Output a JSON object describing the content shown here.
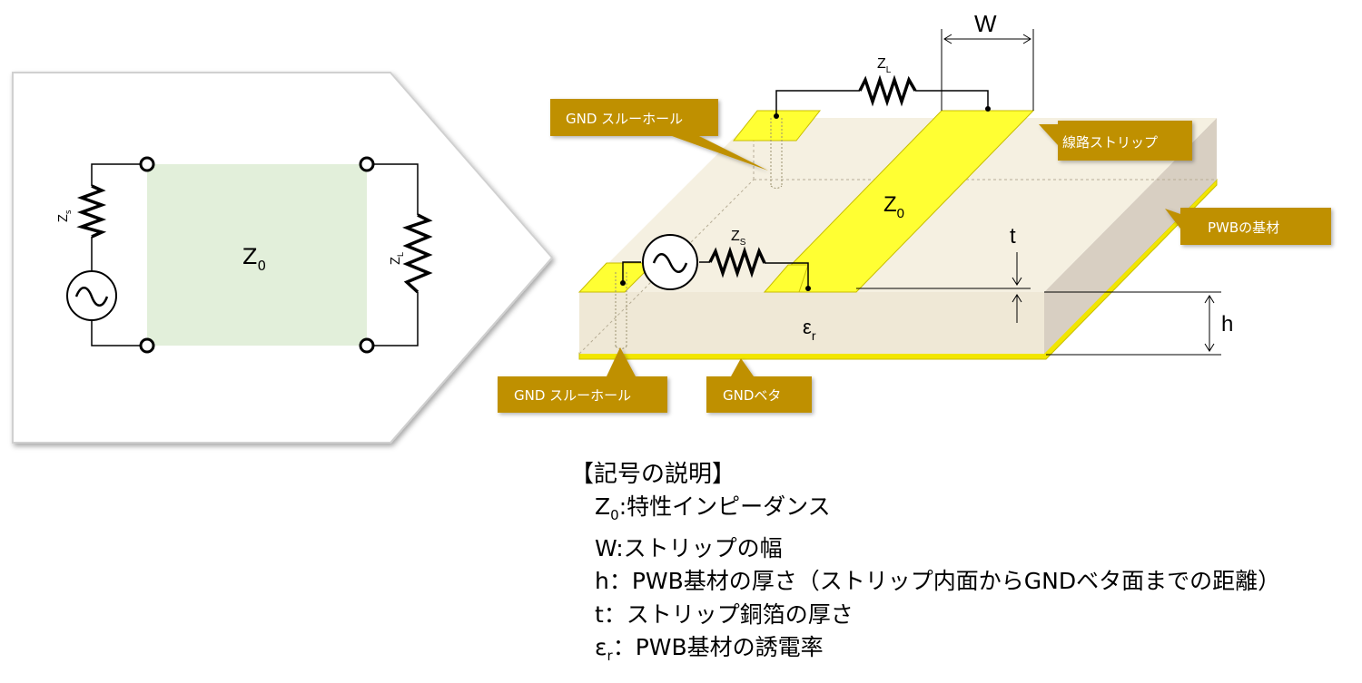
{
  "schematic": {
    "z0_main": "Z",
    "z0_sub": "0",
    "zs_main": "Z",
    "zs_sub": "s",
    "zl_main": "Z",
    "zl_sub": "L"
  },
  "board": {
    "width_label": "W",
    "zl_main": "Z",
    "zl_sub": "L",
    "zs_main": "Z",
    "zs_sub": "S",
    "z0_main": "Z",
    "z0_sub": "0",
    "t_label": "t",
    "h_label": "h",
    "er_main": "ε",
    "er_sub": "r"
  },
  "callouts": {
    "gnd_via_top": "GND スルーホール",
    "strip": "線路ストリップ",
    "pwb": "PWBの基材",
    "gnd_via_bottom": "GND スルーホール",
    "gnd_plane": "GNDベタ"
  },
  "legend": {
    "title": "【記号の説明】",
    "z0_symbol": "Z",
    "z0_sub": "0",
    "z0_text": ":特性インピーダンス",
    "w_text": "W:ストリップの幅",
    "h_text": "h：PWB基材の厚さ（ストリップ内面からGNDベタ面までの距離）",
    "t_text": "t：ストリップ銅箔の厚さ",
    "er_symbol": "ε",
    "er_sub": "r",
    "er_text": "：PWB基材の誘電率"
  },
  "colors": {
    "callout_fill": "#bf9000",
    "strip_yellow": "#ffff33",
    "substrate": "#f5f0e1",
    "line_box": "#e2efda"
  }
}
